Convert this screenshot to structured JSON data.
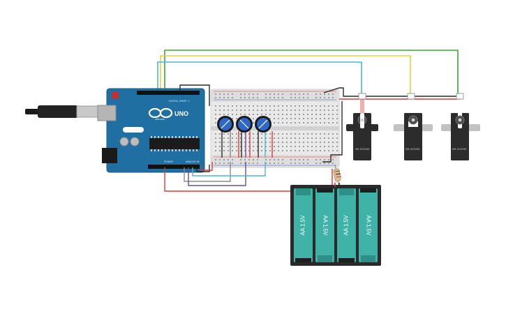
{
  "arduino": {
    "brand_text": "ARDUINO",
    "model_text": "UNO",
    "digital_header_label": "DIGITAL (PWM~)",
    "power_label": "POWER",
    "analog_label": "ANALOG IN",
    "colors": {
      "board": "#1f6fa3",
      "board_edge": "#175a86",
      "chip": "#1b1b1b",
      "usb": "#bfbfbf"
    }
  },
  "servos": [
    {
      "model_text": "SM-S2309S"
    },
    {
      "model_text": "SM-S2309S"
    },
    {
      "model_text": "SM-S2309S"
    }
  ],
  "battery_pack": {
    "cells": [
      {
        "label": "AA 1.5V",
        "orientation": "up"
      },
      {
        "label": "AA 1.5V",
        "orientation": "down"
      },
      {
        "label": "AA 1.5V",
        "orientation": "up"
      },
      {
        "label": "AA 1.5V",
        "orientation": "down"
      }
    ],
    "colors": {
      "cell": "#3fb3a8",
      "cell_dark": "#2e8f86",
      "case": "#2a2a2a"
    }
  },
  "wire_colors": {
    "green": "#3aa63a",
    "yellow": "#e3d334",
    "teal": "#4cb8c7",
    "red": "#d93a3a",
    "black": "#2a2a2a",
    "purple": "#6a4aa8",
    "gray": "#888888"
  },
  "potentiometers": 3
}
